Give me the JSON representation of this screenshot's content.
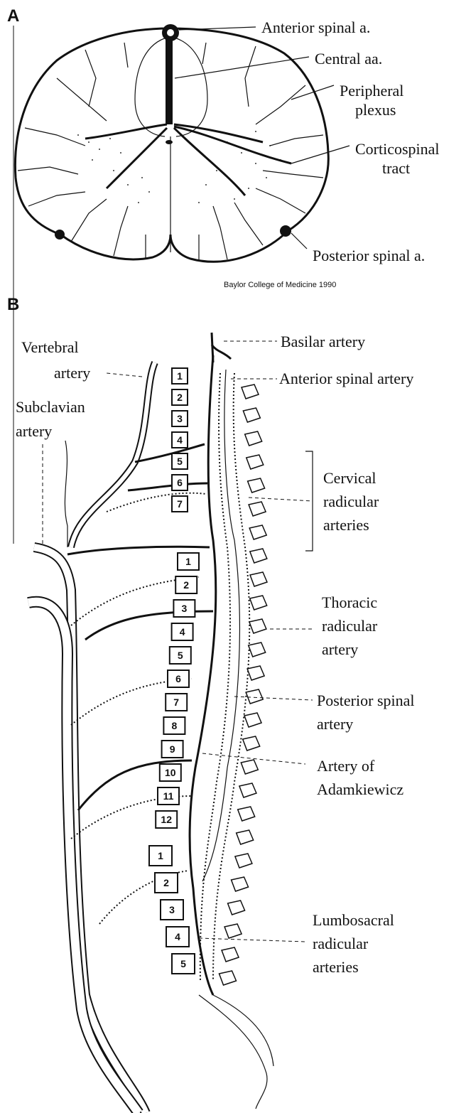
{
  "panel_a": {
    "letter": "A",
    "labels": {
      "anterior_spinal": "Anterior spinal a.",
      "central": "Central aa.",
      "peripheral_1": "Peripheral",
      "peripheral_2": "plexus",
      "corticospinal_1": "Corticospinal",
      "corticospinal_2": "tract",
      "posterior_spinal": "Posterior spinal a."
    },
    "credit": "Baylor College of Medicine 1990"
  },
  "panel_b": {
    "letter": "B",
    "labels": {
      "vertebral_1": "Vertebral",
      "vertebral_2": "artery",
      "subclavian_1": "Subclavian",
      "subclavian_2": "artery",
      "basilar": "Basilar artery",
      "anterior_spinal": "Anterior spinal artery",
      "cervical_1": "Cervical",
      "cervical_2": "radicular",
      "cervical_3": "arteries",
      "thoracic_1": "Thoracic",
      "thoracic_2": "radicular",
      "thoracic_3": "artery",
      "posterior_1": "Posterior spinal",
      "posterior_2": "artery",
      "adamkiewicz_1": "Artery of",
      "adamkiewicz_2": "Adamkiewicz",
      "lumbosacral_1": "Lumbosacral",
      "lumbosacral_2": "radicular",
      "lumbosacral_3": "arteries"
    },
    "cervical_vertebrae": [
      "1",
      "2",
      "3",
      "4",
      "5",
      "6",
      "7"
    ],
    "thoracic_vertebrae": [
      "1",
      "2",
      "3",
      "4",
      "5",
      "6",
      "7",
      "8",
      "9",
      "10",
      "11",
      "12"
    ],
    "lumbar_vertebrae": [
      "1",
      "2",
      "3",
      "4",
      "5"
    ]
  }
}
